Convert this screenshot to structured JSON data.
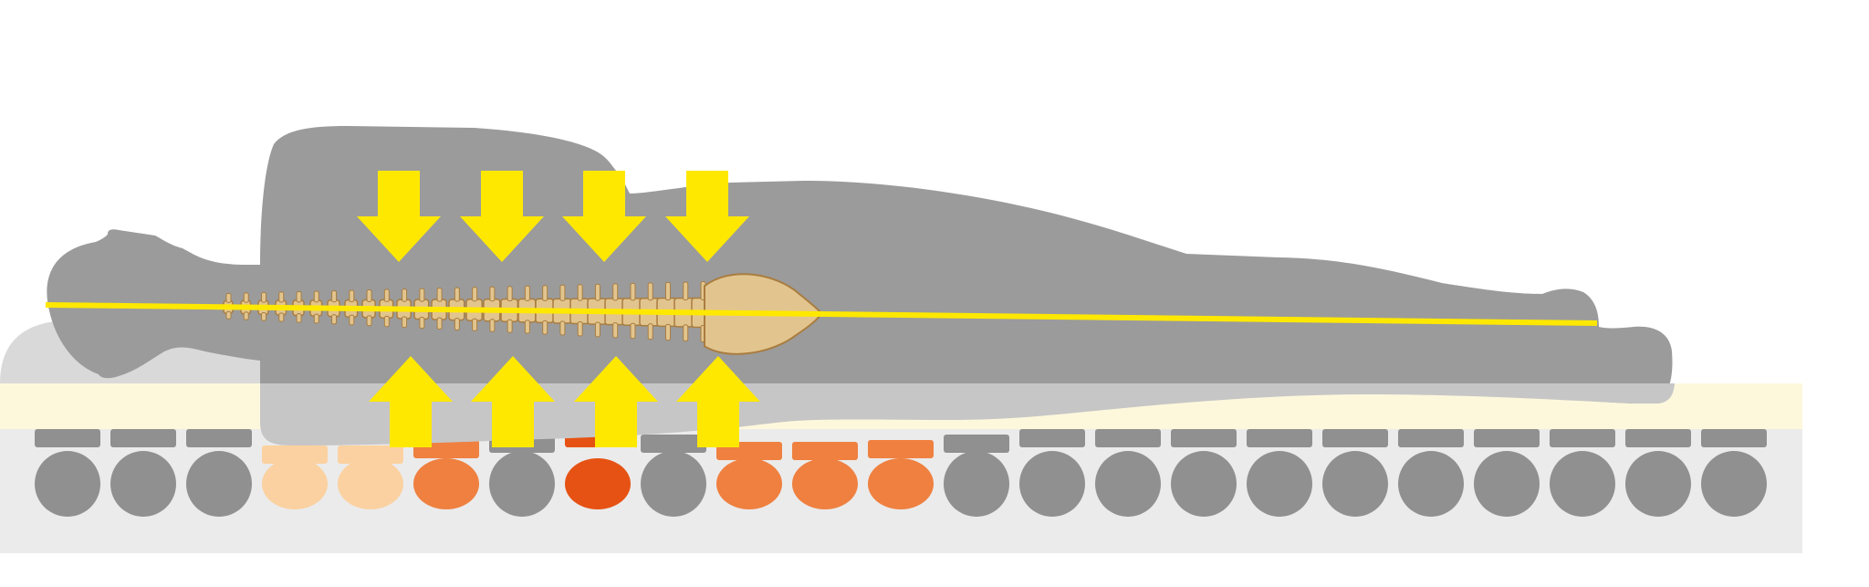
{
  "colors": {
    "background": "#ffffff",
    "mattress_base": "#ebebeb",
    "topper": "#fdf8dc",
    "body_silhouette": "#9b9b9b",
    "body_overlap": "#c6c6c6",
    "spring_gray": "#909090",
    "spring_light_orange": "#fbd1a1",
    "spring_orange": "#ef8040",
    "spring_dark_orange": "#e65213",
    "arrow": "#ffe800",
    "spine_line": "#ffe800",
    "spine_bone": "#e2c58e",
    "spine_shadow": "#a97d40"
  },
  "icons": {
    "down_arrow": "arrow-down-icon",
    "up_arrow": "arrow-up-icon",
    "spine": "spine-icon",
    "body": "human-silhouette-icon"
  },
  "springs": [
    "gray",
    "gray",
    "gray",
    "light",
    "light",
    "orange",
    "gray",
    "dark",
    "gray",
    "orange",
    "orange",
    "orange",
    "gray",
    "gray",
    "gray",
    "gray",
    "gray",
    "gray",
    "gray",
    "gray",
    "gray",
    "gray",
    "gray"
  ],
  "down_arrows_count": 4,
  "up_arrows_count": 4
}
